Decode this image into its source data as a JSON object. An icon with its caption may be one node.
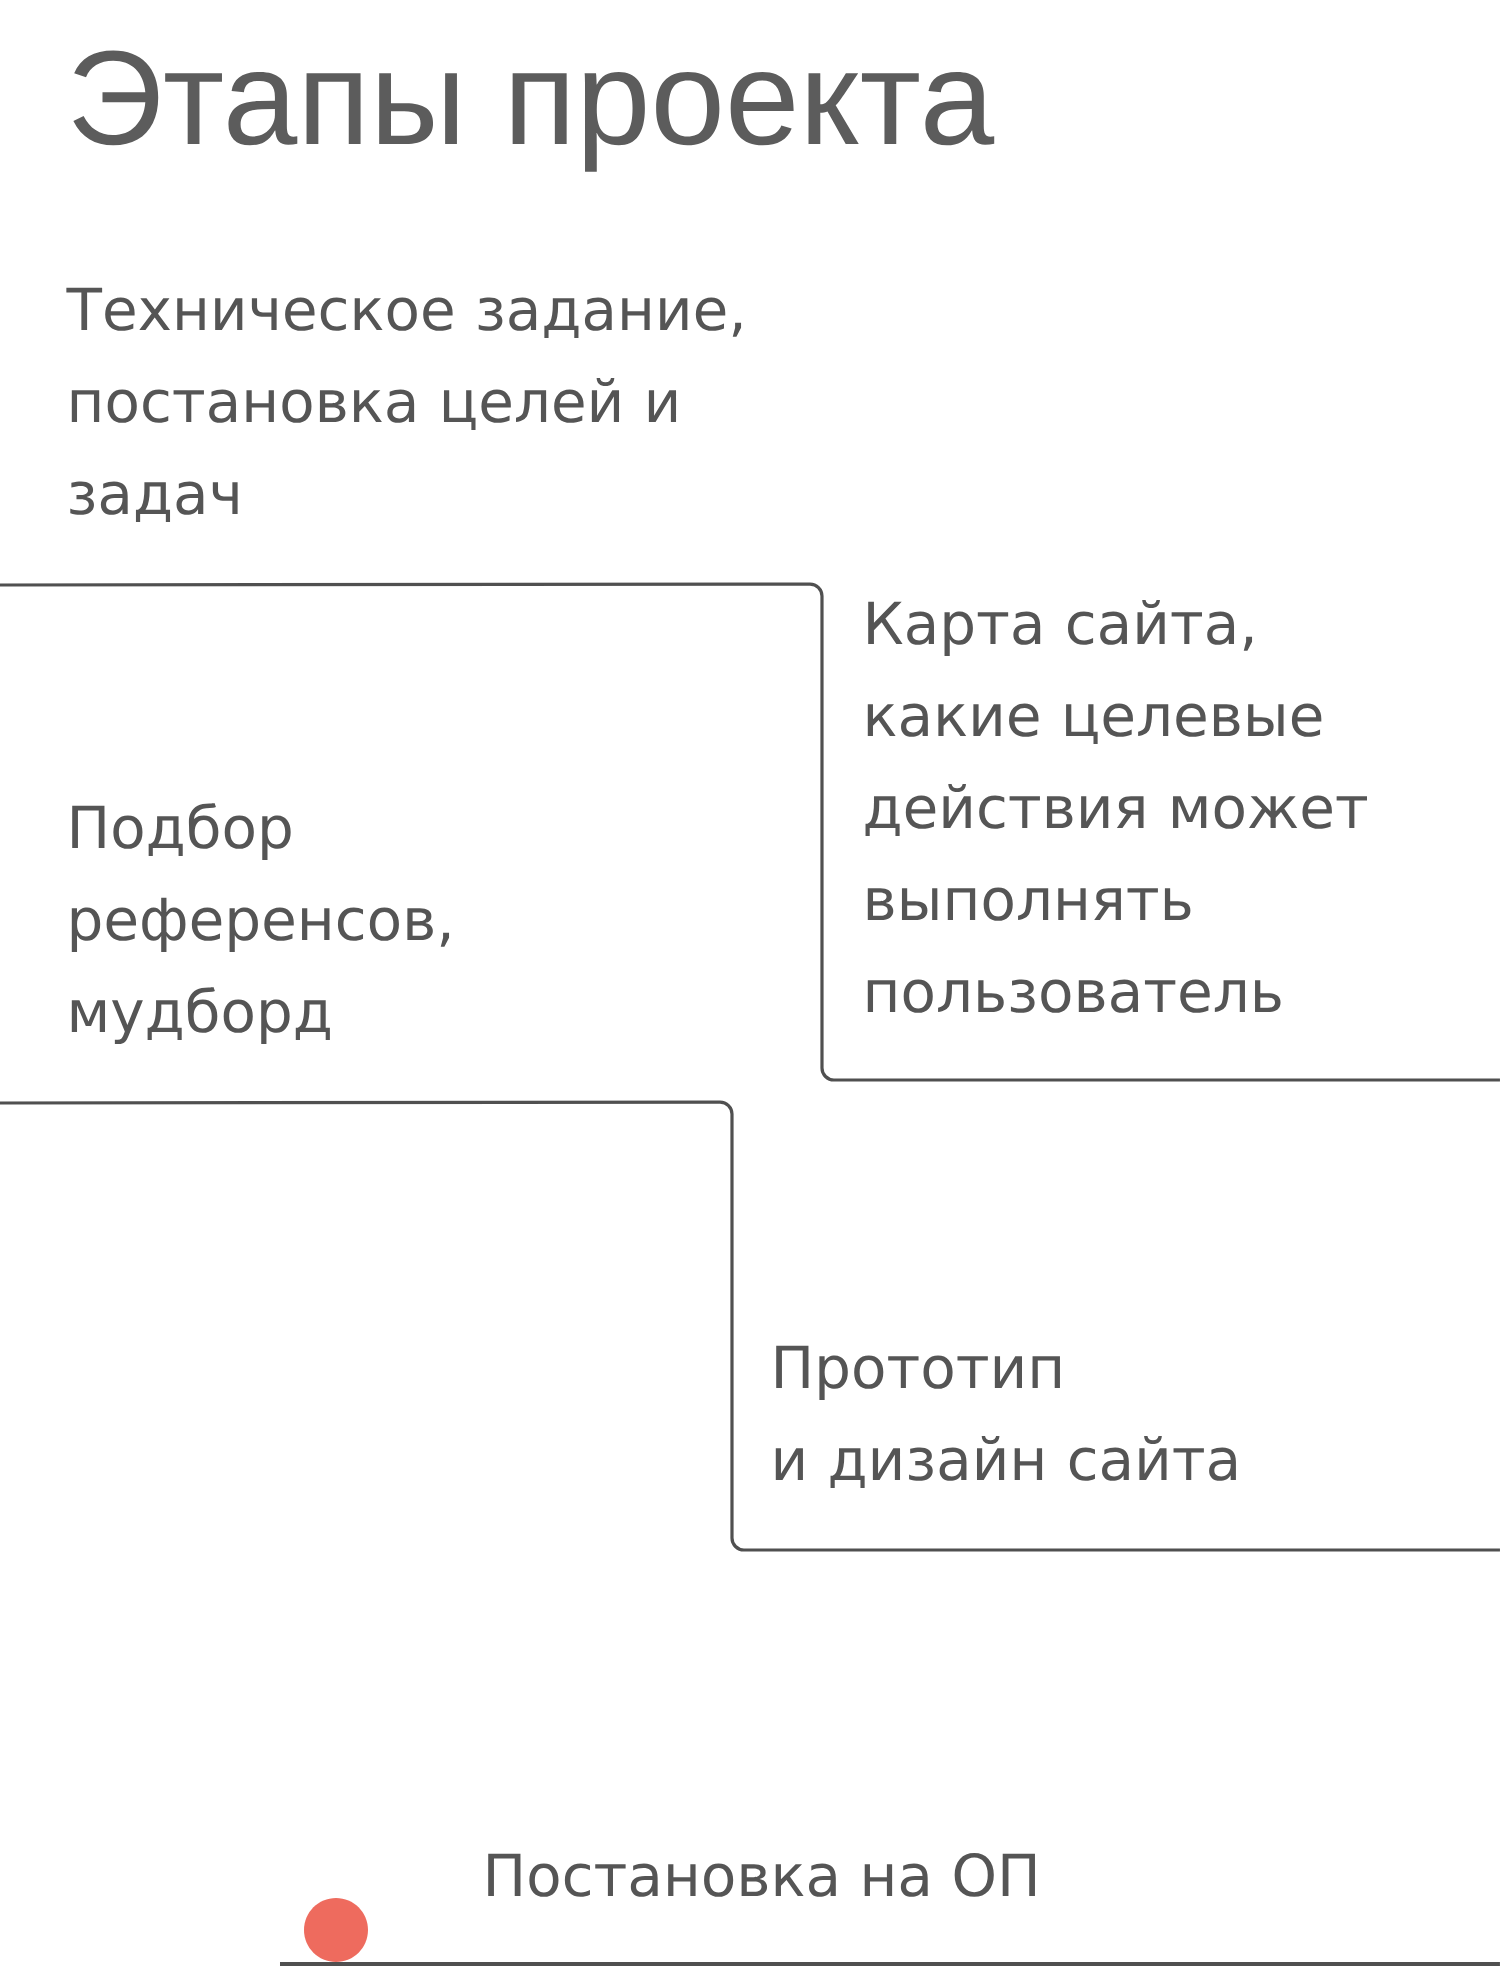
{
  "diagram": {
    "title": "Этапы проекта",
    "labels": [
      "Техническое задание, постановка целей и задач",
      "Подбор референсов, мудборд",
      "Карта сайта, какие целевые действия может выполнять пользователь",
      "Прототип и дизайн сайта",
      "Постановка на ОП"
    ]
  }
}
